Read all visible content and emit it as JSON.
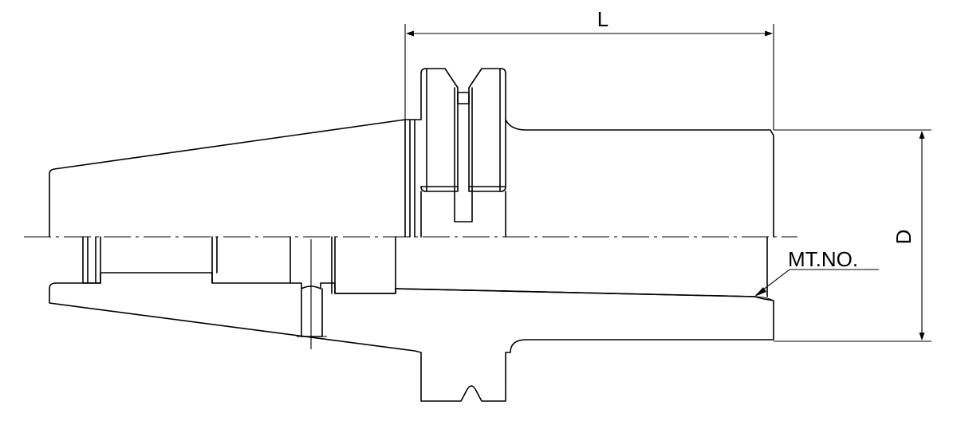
{
  "labels": {
    "length": "L",
    "diameter": "D",
    "mt_no": "MT.NO."
  },
  "colors": {
    "line": "#000000",
    "background": "#ffffff"
  }
}
